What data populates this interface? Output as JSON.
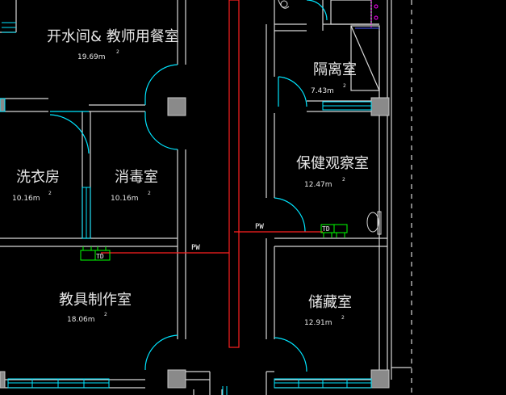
{
  "rooms": {
    "canteen": {
      "name": "开水间& 教师用餐室",
      "area": "19.69m",
      "unit_sup": "2"
    },
    "isolation": {
      "name": "隔离室",
      "area": "7.43m",
      "unit_sup": "2"
    },
    "laundry": {
      "name": "洗衣房",
      "area": "10.16m",
      "unit_sup": "2"
    },
    "disinfect": {
      "name": "消毒室",
      "area": "10.16m",
      "unit_sup": "2"
    },
    "observation": {
      "name": "保健观察室",
      "area": "12.47m",
      "unit_sup": "2"
    },
    "teaching_aids": {
      "name": "教具制作室",
      "area": "18.06m",
      "unit_sup": "2"
    },
    "storage": {
      "name": "储藏室",
      "area": "12.91m",
      "unit_sup": "2"
    }
  },
  "labels": {
    "pw_left": "PW",
    "pw_right": "PW",
    "socket_left_1": "TD",
    "socket_right_1": "TD"
  },
  "colors": {
    "background": "#000000",
    "walls": "#d8d8d8",
    "doors_windows": "#00e5ff",
    "power_line": "#ff2020",
    "sockets": "#00ff00",
    "fixtures": "#ff00ff"
  }
}
